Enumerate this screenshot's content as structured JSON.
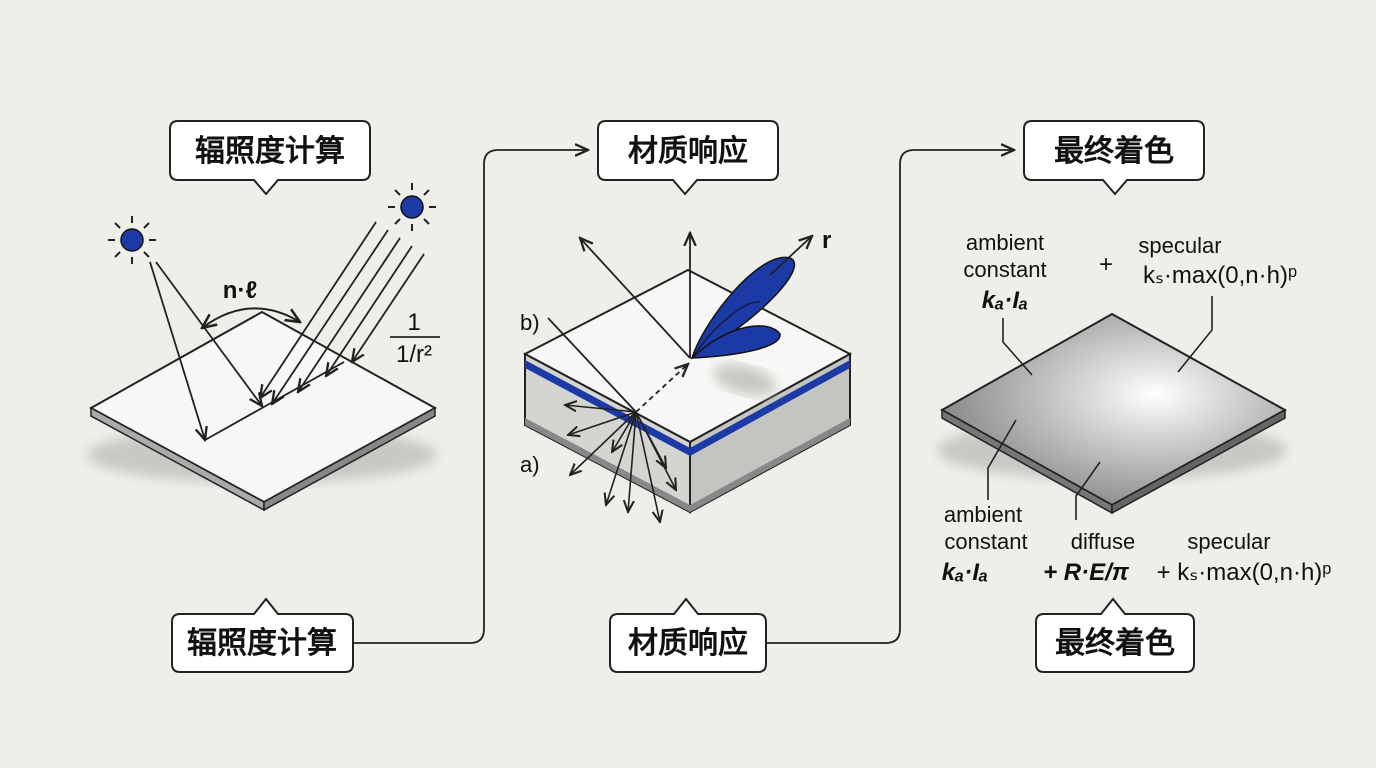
{
  "panel1": {
    "callout_top": "辐照度计算",
    "callout_bottom": "辐照度计算",
    "angle_label": "n·ℓ",
    "falloff_num": "1",
    "falloff_den": "1/r²"
  },
  "panel2": {
    "callout_top": "材质响应",
    "callout_bottom": "材质响应",
    "label_r": "r",
    "label_b": "b)",
    "label_a": "a)"
  },
  "panel3": {
    "callout_top": "最终着色",
    "callout_bottom": "最终着色",
    "top_ambient_line1": "ambient",
    "top_ambient_line2": "constant",
    "top_ambient_formula": "kₐ·Iₐ",
    "top_plus": "+",
    "top_specular_label": "specular",
    "top_specular_formula": "kₛ·max(0,n·h)ᵖ",
    "bottom_ambient_line1": "ambient",
    "bottom_ambient_line2": "constant",
    "bottom_ambient_formula": "kₐ·Iₐ",
    "bottom_diffuse_label": "diffuse",
    "bottom_diffuse_formula": "+ R·E/π",
    "bottom_specular_label": "specular",
    "bottom_specular_formula": "+ kₛ·max(0,n·h)ᵖ"
  },
  "colors": {
    "accent_blue": "#1c3aa6",
    "background": "#efefea",
    "outline": "#222222"
  }
}
